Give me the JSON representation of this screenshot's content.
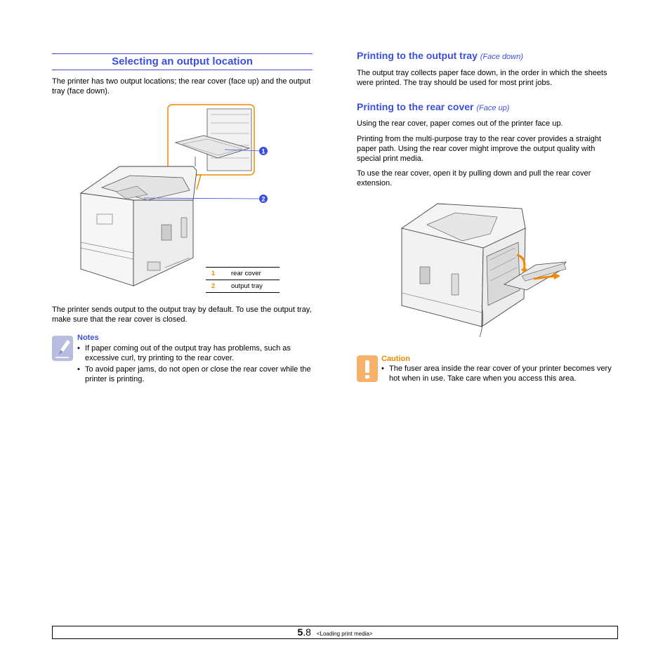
{
  "left": {
    "heading": "Selecting an output location",
    "intro": "The printer has two output locations; the rear cover (face up) and the output tray (face down).",
    "legend": [
      {
        "num": "1",
        "label": "rear cover"
      },
      {
        "num": "2",
        "label": "output tray"
      }
    ],
    "callouts": [
      "1",
      "2"
    ],
    "after_figure": "The printer sends output to the output tray by default. To use the output tray, make sure that the rear cover is closed.",
    "notes_title": "Notes",
    "notes": [
      "If paper coming out of the output tray has problems, such as excessive curl, try printing to the rear cover.",
      "To avoid paper jams, do not open or close the rear cover while the printer is printing."
    ]
  },
  "right": {
    "h1": "Printing to the output tray",
    "h1_note": "(Face down)",
    "p1": "The output tray collects paper face down, in the order in which the sheets were printed. The tray should be used for most print jobs.",
    "h2": "Printing to the rear cover",
    "h2_note": "(Face up)",
    "p2": "Using the rear cover, paper comes out of the printer face up.",
    "p3": "Printing from the multi-purpose tray to the rear cover provides a straight paper path. Using the rear cover might improve the output quality with special print media.",
    "p4": "To use the rear cover, open it by pulling down and pull the rear cover extension.",
    "caution_title": "Caution",
    "caution": "The fuser area inside the rear cover of your printer becomes very hot when in use. Take care when you access this area."
  },
  "footer": {
    "chapter": "5",
    "page": ".8",
    "section": "<Loading print media>"
  },
  "colors": {
    "heading": "#3a4fdc",
    "accent": "#f08a00",
    "note_icon": "#b8bde0",
    "caution_icon": "#f6b26b"
  },
  "icons": {
    "notes": "pencil-note-icon",
    "caution": "exclamation-icon"
  }
}
